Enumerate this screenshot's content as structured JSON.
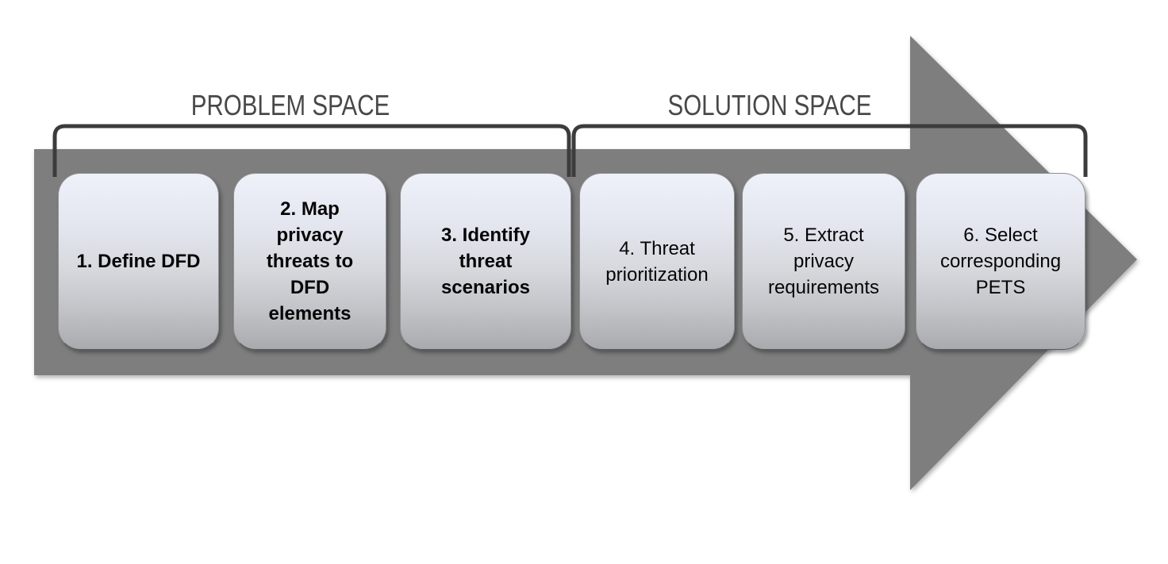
{
  "diagram": {
    "type": "process-flow-arrow",
    "problem_space_label": "PROBLEM SPACE",
    "solution_space_label": "SOLUTION SPACE",
    "steps": [
      {
        "index": 1,
        "label": "1. Define DFD",
        "space": "problem",
        "emphasis": "bold"
      },
      {
        "index": 2,
        "label": "2. Map privacy threats to DFD elements",
        "space": "problem",
        "emphasis": "bold"
      },
      {
        "index": 3,
        "label": "3. Identify threat scenarios",
        "space": "problem",
        "emphasis": "bold"
      },
      {
        "index": 4,
        "label": "4. Threat prioritization",
        "space": "solution",
        "emphasis": "normal"
      },
      {
        "index": 5,
        "label": "5. Extract privacy requirements",
        "space": "solution",
        "emphasis": "normal"
      },
      {
        "index": 6,
        "label": "6. Select corresponding PETS",
        "space": "solution",
        "emphasis": "normal"
      }
    ],
    "colors": {
      "arrow_fill": "#7e7e7e",
      "bracket_stroke": "#3c3c3c",
      "space_label_text": "#484848",
      "box_gradient_top": "#eef1f9",
      "box_gradient_bottom": "#a9aaad",
      "box_border": "#8f9093",
      "box_text": "#060606",
      "background": "#ffffff"
    }
  }
}
